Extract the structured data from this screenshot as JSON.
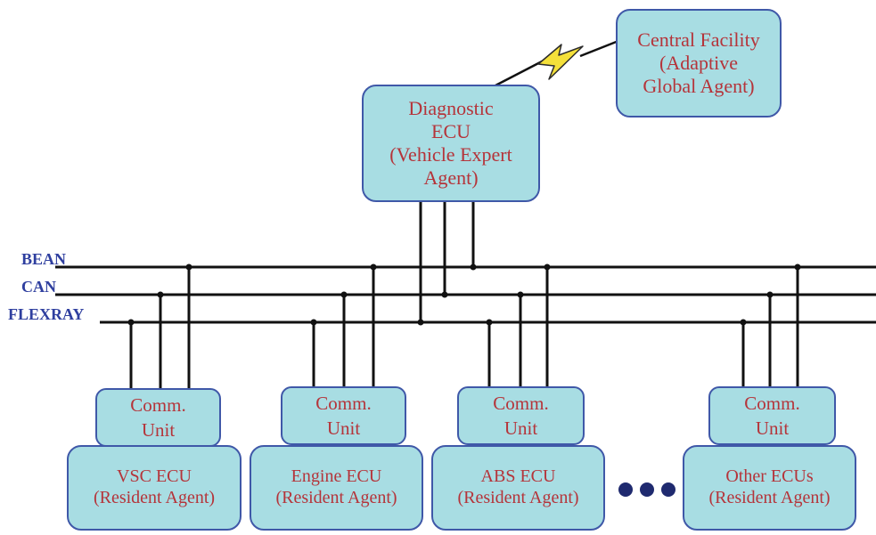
{
  "colors": {
    "box_fill": "#a8dde3",
    "box_border": "#3f58a8",
    "box_text": "#b5343a",
    "bus_label": "#2f3f9f",
    "bolt_fill": "#f4e03a"
  },
  "central_facility": {
    "line1": "Central Facility",
    "line2": "(Adaptive",
    "line3": "Global Agent)"
  },
  "diagnostic_ecu": {
    "line1": "Diagnostic",
    "line2": "ECU",
    "line3": "(Vehicle Expert",
    "line4": "Agent)"
  },
  "buses": {
    "bean": "BEAN",
    "can": "CAN",
    "flexray": "FLEXRAY"
  },
  "comm_units": [
    {
      "line1": "Comm.",
      "line2": "Unit"
    },
    {
      "line1": "Comm.",
      "line2": "Unit"
    },
    {
      "line1": "Comm.",
      "line2": "Unit"
    },
    {
      "line1": "Comm.",
      "line2": "Unit"
    }
  ],
  "ecus": [
    {
      "name": "VSC ECU",
      "agent": "(Resident Agent)"
    },
    {
      "name": "Engine ECU",
      "agent": "(Resident Agent)"
    },
    {
      "name": "ABS ECU",
      "agent": "(Resident Agent)"
    },
    {
      "name": "Other ECUs",
      "agent": "(Resident Agent)"
    }
  ],
  "icons": {
    "wireless_link": "lightning-bolt-icon",
    "more_ecus": "ellipsis-dots-icon"
  }
}
